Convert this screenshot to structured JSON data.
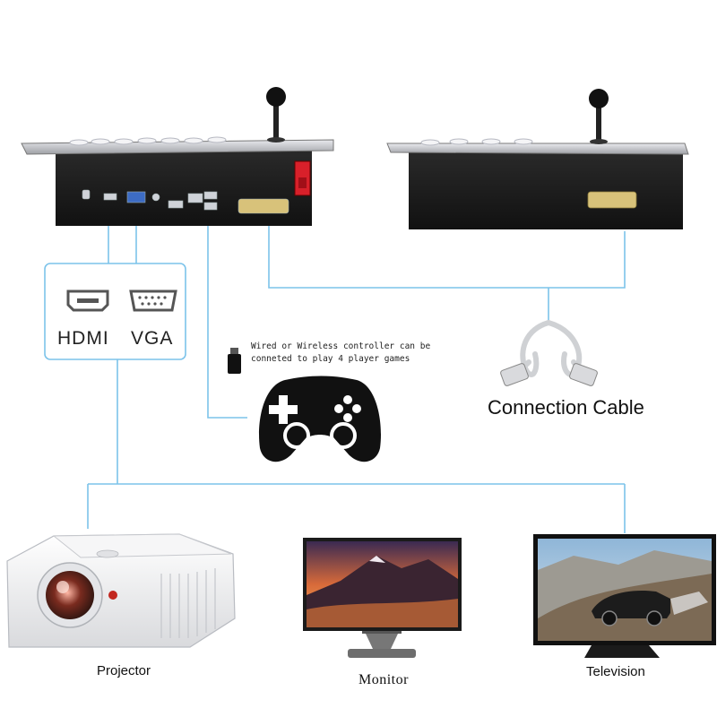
{
  "ports": {
    "hdmi": "HDMI",
    "vga": "VGA"
  },
  "controller_note": {
    "line1": "Wired or Wireless controller can be",
    "line2": "conneted to play 4 player games"
  },
  "cable_label": "Connection Cable",
  "outputs": {
    "projector": "Projector",
    "monitor": "Monitor",
    "television": "Television"
  },
  "icons": {
    "hdmi": "hdmi-port-icon",
    "vga": "vga-port-icon",
    "gamepad": "gamepad-icon",
    "dongle": "usb-dongle-icon"
  },
  "colors": {
    "connector_line": "#7cc3ea",
    "console_body": "#1c1c1c",
    "power_switch": "#d8202a"
  }
}
